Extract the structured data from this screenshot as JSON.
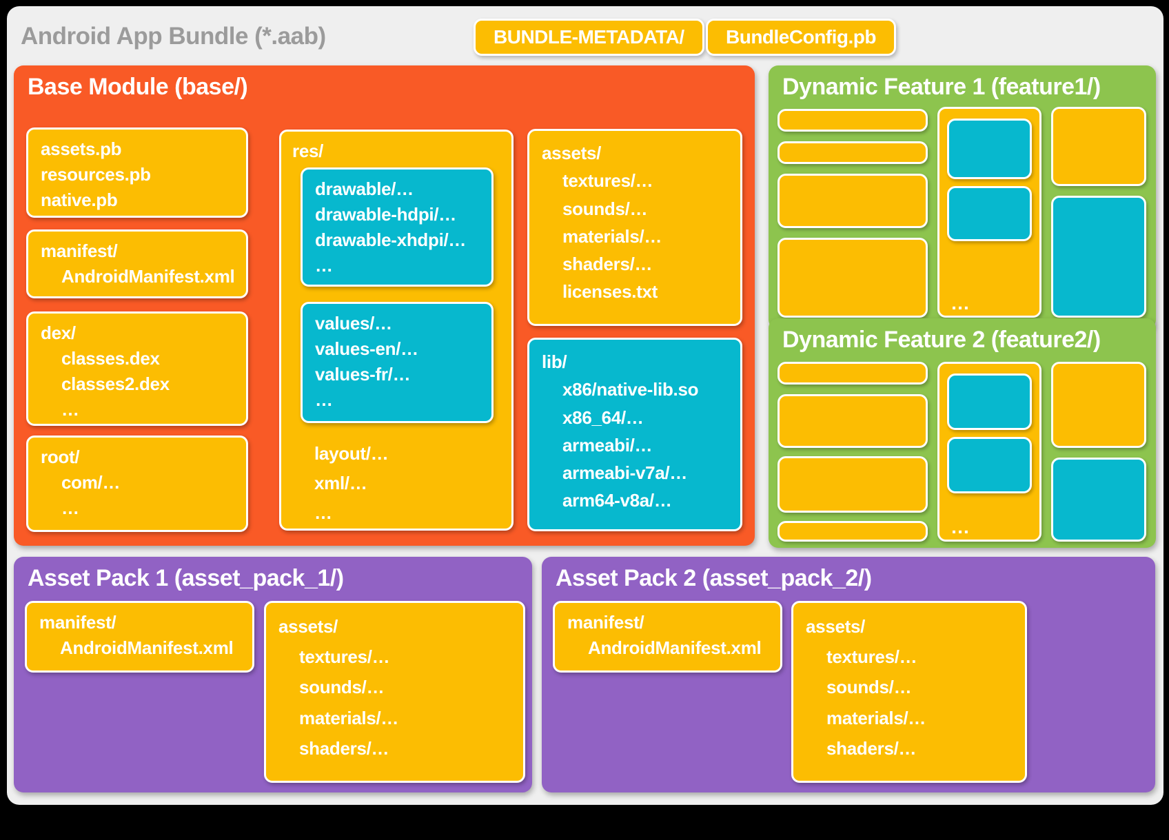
{
  "colors": {
    "orange": "#F95A26",
    "yellow": "#FCBD02",
    "cyan": "#07B8CE",
    "green": "#8DC44E",
    "purple": "#9162C4",
    "panel": "#EFEFEF",
    "titlegray": "#9B9B9B"
  },
  "header": {
    "title": "Android App Bundle (*.aab)",
    "metadata_badge": "BUNDLE-METADATA/",
    "config_badge": "BundleConfig.pb"
  },
  "base_module": {
    "title": "Base Module (base/)",
    "protos": {
      "lines": [
        "assets.pb",
        "resources.pb",
        "native.pb"
      ]
    },
    "manifest": {
      "lines": [
        "manifest/",
        "AndroidManifest.xml"
      ]
    },
    "dex": {
      "lines": [
        "dex/",
        "classes.dex",
        "classes2.dex",
        "…"
      ]
    },
    "root": {
      "lines": [
        "root/",
        "com/…",
        "…"
      ]
    },
    "res": {
      "label": "res/",
      "drawable": {
        "lines": [
          "drawable/…",
          "drawable-hdpi/…",
          "drawable-xhdpi/…",
          "…"
        ]
      },
      "values": {
        "lines": [
          "values/…",
          "values-en/…",
          "values-fr/…",
          "…"
        ]
      },
      "tail": {
        "lines": [
          "layout/…",
          "xml/…",
          "…"
        ]
      }
    },
    "assets": {
      "lines": [
        "assets/",
        "textures/…",
        "sounds/…",
        "materials/…",
        "shaders/…",
        "licenses.txt"
      ]
    },
    "lib": {
      "lines": [
        "lib/",
        "x86/native-lib.so",
        "x86_64/…",
        "armeabi/…",
        "armeabi-v7a/…",
        "arm64-v8a/…"
      ]
    }
  },
  "feature1": {
    "title": "Dynamic Feature 1 (feature1/)",
    "ellipsis": "…"
  },
  "feature2": {
    "title": "Dynamic Feature 2 (feature2/)",
    "ellipsis": "…"
  },
  "asset_pack_1": {
    "title": "Asset Pack 1 (asset_pack_1/)",
    "manifest": {
      "lines": [
        "manifest/",
        "AndroidManifest.xml"
      ]
    },
    "assets": {
      "lines": [
        "assets/",
        "textures/…",
        "sounds/…",
        "materials/…",
        "shaders/…"
      ]
    }
  },
  "asset_pack_2": {
    "title": "Asset Pack 2 (asset_pack_2/)",
    "manifest": {
      "lines": [
        "manifest/",
        "AndroidManifest.xml"
      ]
    },
    "assets": {
      "lines": [
        "assets/",
        "textures/…",
        "sounds/…",
        "materials/…",
        "shaders/…"
      ]
    }
  }
}
